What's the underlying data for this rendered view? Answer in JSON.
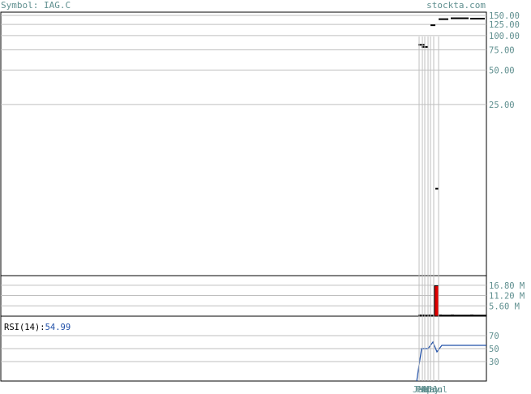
{
  "header": {
    "symbol_text": "Symbol: IAG.C",
    "brand_text": "stockta.com"
  },
  "colors": {
    "axis_label": "#5f8f8f",
    "price_bar": "#000000",
    "volume_bar": "#e00000",
    "rsi_line": "#1f4fa8",
    "grid": "#bfbfbf"
  },
  "chart_data": [
    {
      "type": "bar",
      "panel": "price",
      "scale": "log",
      "ylim": [
        0.8,
        160
      ],
      "y_ticks": [
        {
          "value": 150,
          "label": "150.00"
        },
        {
          "value": 125,
          "label": "125.00"
        },
        {
          "value": 100,
          "label": "100.00"
        },
        {
          "value": 75,
          "label": "75.00"
        },
        {
          "value": 50,
          "label": "50.00"
        },
        {
          "value": 25,
          "label": "25.00"
        }
      ],
      "x_ticks": [
        "Jan",
        "Feb",
        "Mar",
        "Apr",
        "May",
        "Jun",
        "Jul"
      ],
      "bars": [
        {
          "x": 0,
          "open": 84,
          "close": 82
        },
        {
          "x": 1,
          "open": 80,
          "close": 79
        },
        {
          "x": 2,
          "open": 124,
          "close": 122
        },
        {
          "x": 3,
          "open": 4.7,
          "close": 4.5
        },
        {
          "x": 4,
          "open": 140,
          "close": 138
        },
        {
          "x": 5,
          "open": 142,
          "close": 141
        },
        {
          "x": 6,
          "open": 141,
          "close": 140
        }
      ],
      "grid": true
    },
    {
      "type": "bar",
      "panel": "volume",
      "ylim": [
        0,
        22
      ],
      "y_ticks": [
        {
          "value": 16.8,
          "label": "16.80 M"
        },
        {
          "value": 11.2,
          "label": "11.20 M"
        },
        {
          "value": 5.6,
          "label": "5.60 M"
        }
      ],
      "values": [
        0.1,
        0.1,
        0.1,
        16.5,
        0.2,
        0.2,
        0.2
      ],
      "grid": true
    },
    {
      "type": "line",
      "panel": "rsi",
      "title": "RSI(14)",
      "last_value": "54.99",
      "ylim": [
        0,
        100
      ],
      "y_ticks": [
        {
          "value": 70,
          "label": "70"
        },
        {
          "value": 50,
          "label": "50"
        },
        {
          "value": 30,
          "label": "30"
        }
      ],
      "values": [
        0,
        50,
        50,
        60,
        45,
        55,
        55,
        55,
        55,
        55,
        55,
        55
      ],
      "grid": true
    }
  ]
}
